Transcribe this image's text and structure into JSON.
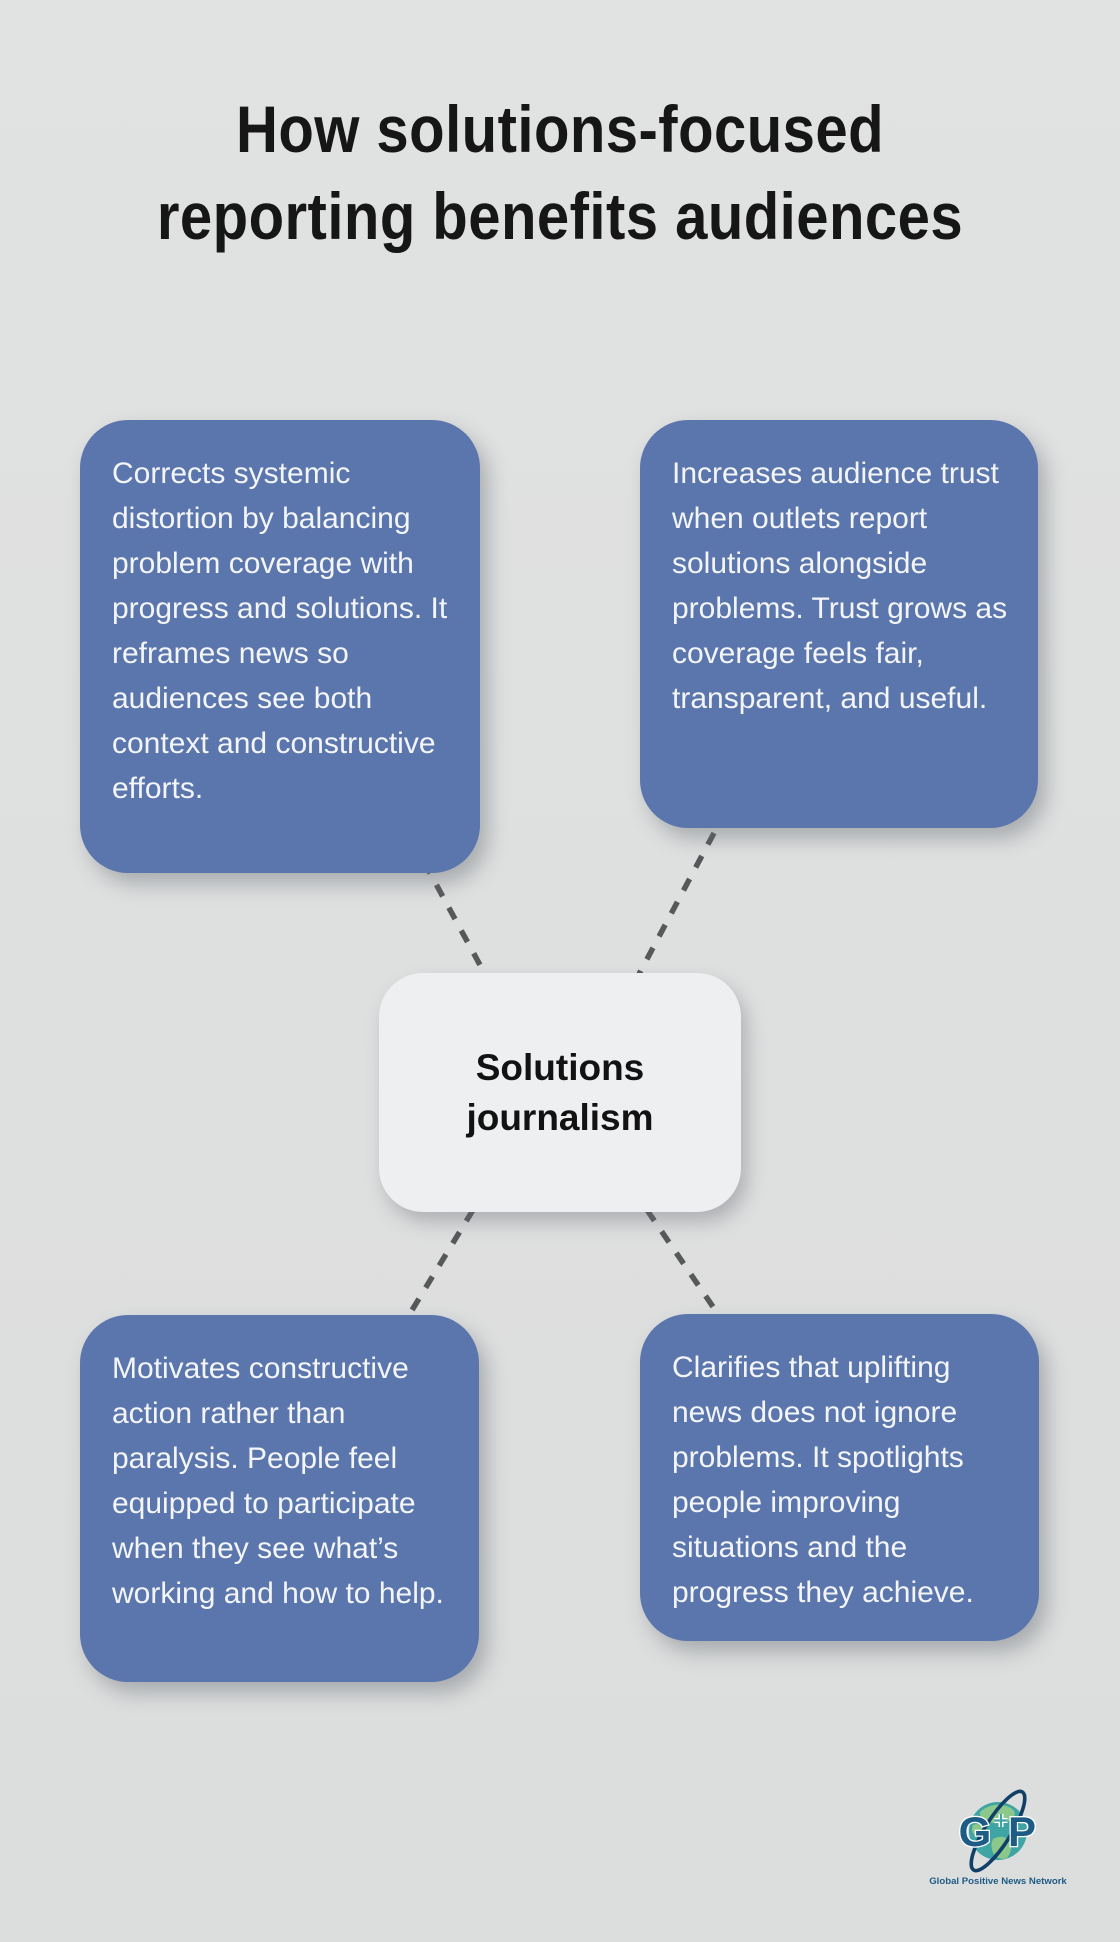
{
  "title": {
    "line1": "How solutions-focused",
    "line2": "reporting benefits audiences"
  },
  "center_node": {
    "label": "Solutions journalism"
  },
  "cards": [
    {
      "position": "top-left",
      "text": "Corrects systemic distortion by balancing problem coverage with progress and solutions. It reframes news so audiences see both context and constructive efforts."
    },
    {
      "position": "top-right",
      "text": "Increases audience trust when outlets report solutions alongside problems. Trust grows as coverage feels fair, transparent, and useful."
    },
    {
      "position": "bottom-left",
      "text": "Motivates constructive action rather than paralysis. People feel equipped to participate when they see what’s working and how to help."
    },
    {
      "position": "bottom-right",
      "text": "Clarifies that uplifting news does not ignore problems. It spotlights people improving situations and the progress they achieve."
    }
  ],
  "logo": {
    "monogram_left": "G",
    "monogram_right": "P",
    "caption": "Global Positive News Network"
  },
  "colors": {
    "background": "#dfe0e0",
    "card_fill": "#5b76ad",
    "card_text": "#f3f5f8",
    "center_node_fill": "#edeff1",
    "title_text": "#161616",
    "connector": "#57585a",
    "logo_blue": "#1d5c85",
    "globe_teal": "#3fa5a4",
    "globe_land": "#8cc88b",
    "orbit_navy": "#123f68"
  }
}
